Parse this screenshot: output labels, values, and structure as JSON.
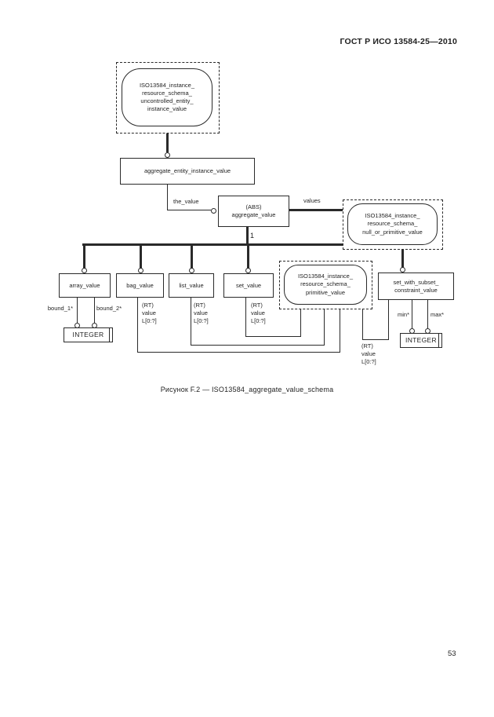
{
  "header": {
    "title": "ГОСТ Р ИСО 13584-25—2010"
  },
  "figure": {
    "caption": "Рисунок  F.2 — ISO13584_aggregate_value_schema"
  },
  "page_number": "53",
  "diagram": {
    "interschema_refs": {
      "uncontrolled_entity_instance_value": "ISO13584_instance_\nresource_schema_\nuncontrolled_entity_\ninstance_value",
      "null_or_primitive_value": "ISO13584_instance_\nresource_schema_\nnull_or_primitive_value",
      "primitive_value": "ISO13584_instance_\nresource_schema_\nprimitive_value"
    },
    "entities": {
      "aggregate_entity_instance_value": "aggregate_entity_instance_value",
      "aggregate_value": "(ABS)\naggregate_value",
      "array_value": "array_value",
      "bag_value": "bag_value",
      "list_value": "list_value",
      "set_value": "set_value",
      "set_with_subset_constraint_value": "set_with_subset_\nconstraint_value"
    },
    "types": {
      "integer": "INTEGER"
    },
    "labels": {
      "the_value": "the_value",
      "values": "values",
      "oneof": "1",
      "bound_1": "bound_1*",
      "bound_2": "bound_2*",
      "rt_value": "(RT)\nvalue\nL[0:?]",
      "min": "min*",
      "max": "max*"
    }
  }
}
